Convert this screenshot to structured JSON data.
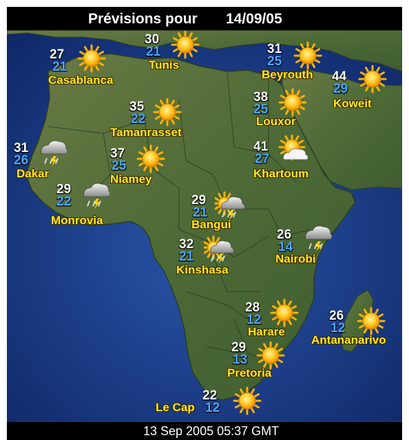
{
  "header": {
    "title": "Prévisions pour",
    "date": "14/09/05"
  },
  "footer": {
    "timestamp": "13 Sep 2005 05:37 GMT"
  },
  "colors": {
    "sea": "#173a7e",
    "land": "#4f6a3a",
    "high_temp": "#ffffff",
    "low_temp": "#4da6ff",
    "city_label": "#ffe81a",
    "bars": "#000000"
  },
  "cities": [
    {
      "name": "Casablanca",
      "high": "27",
      "low": "21",
      "icon": "sun-icon"
    },
    {
      "name": "Tunis",
      "high": "30",
      "low": "21",
      "icon": "sun-icon"
    },
    {
      "name": "Beyrouth",
      "high": "31",
      "low": "25",
      "icon": "sun-icon"
    },
    {
      "name": "Koweit",
      "high": "44",
      "low": "29",
      "icon": "sun-icon"
    },
    {
      "name": "Tamanrasset",
      "high": "35",
      "low": "22",
      "icon": "sun-icon"
    },
    {
      "name": "Louxor",
      "high": "38",
      "low": "25",
      "icon": "sun-icon"
    },
    {
      "name": "Dakar",
      "high": "31",
      "low": "26",
      "icon": "thunderstorm-icon"
    },
    {
      "name": "Niamey",
      "high": "37",
      "low": "25",
      "icon": "sun-icon"
    },
    {
      "name": "Khartoum",
      "high": "41",
      "low": "27",
      "icon": "partly-cloudy-icon"
    },
    {
      "name": "Monrovia",
      "high": "29",
      "low": "22",
      "icon": "thunderstorm-icon"
    },
    {
      "name": "Bangui",
      "high": "29",
      "low": "21",
      "icon": "sun-storm-icon"
    },
    {
      "name": "Nairobi",
      "high": "26",
      "low": "14",
      "icon": "thunderstorm-icon"
    },
    {
      "name": "Kinshasa",
      "high": "32",
      "low": "21",
      "icon": "sun-storm-icon"
    },
    {
      "name": "Harare",
      "high": "28",
      "low": "12",
      "icon": "sun-icon"
    },
    {
      "name": "Antananarivo",
      "high": "26",
      "low": "12",
      "icon": "sun-icon"
    },
    {
      "name": "Pretoria",
      "high": "29",
      "low": "13",
      "icon": "sun-icon"
    },
    {
      "name": "Le Cap",
      "high": "22",
      "low": "12",
      "icon": "sun-icon"
    }
  ]
}
